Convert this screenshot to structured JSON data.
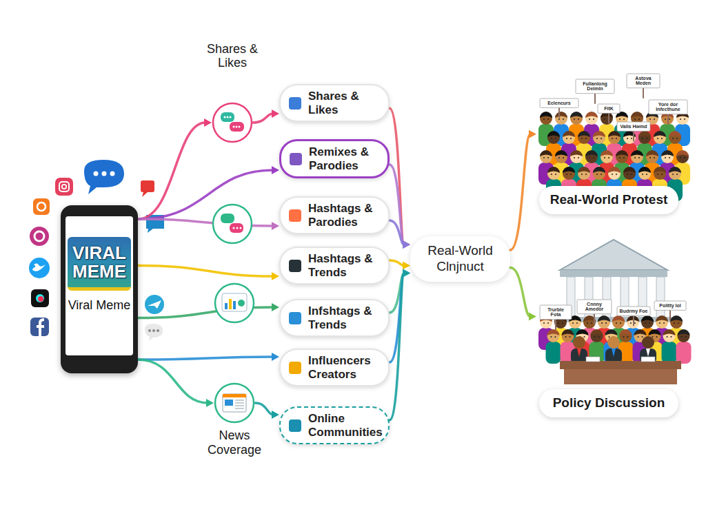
{
  "diagram": {
    "nodes": [
      {
        "text": [
          "VIRAL MEME",
          "Viral Meme"
        ]
      },
      {
        "text": [
          "Shares & Likes"
        ]
      },
      {
        "text": [
          "Shares & Likes"
        ]
      },
      {
        "text": [
          "Remixes & Parodies"
        ]
      },
      {
        "text": [
          "Hashtags & Parodies"
        ]
      },
      {
        "text": [
          "Hashtags & Trends"
        ]
      },
      {
        "text": [
          "Infshtags & Trends"
        ]
      },
      {
        "text": [
          "Influencers Creators"
        ]
      },
      {
        "text": [
          "News Coverage"
        ]
      },
      {
        "text": [
          "Online Communities"
        ]
      },
      {
        "text": [
          "Real-World Clnjnuct"
        ]
      },
      {
        "text": [
          "Real-World Protest"
        ]
      },
      {
        "text": [
          "Policy Discussion"
        ]
      }
    ],
    "edges": [
      {
        "from": 0,
        "to": 1,
        "arrow": "to"
      },
      {
        "from": 0,
        "to": 3,
        "arrow": "to"
      },
      {
        "from": 0,
        "to": 5,
        "arrow": "to"
      },
      {
        "from": 0,
        "to": 7,
        "arrow": "to"
      },
      {
        "from": 0,
        "to": 8,
        "arrow": "to"
      },
      {
        "from": 1,
        "to": 2,
        "arrow": "to"
      },
      {
        "from": 8,
        "to": 9,
        "arrow": "to"
      },
      {
        "from": 2,
        "to": 10,
        "arrow": "to"
      },
      {
        "from": 3,
        "to": 10,
        "arrow": "to"
      },
      {
        "from": 4,
        "to": 10,
        "arrow": "to"
      },
      {
        "from": 5,
        "to": 10,
        "arrow": "to"
      },
      {
        "from": 6,
        "to": 10,
        "arrow": "to"
      },
      {
        "from": 7,
        "to": 10,
        "arrow": "to"
      },
      {
        "from": 9,
        "to": 10,
        "arrow": "to"
      },
      {
        "from": 10,
        "to": 11,
        "arrow": "to"
      },
      {
        "from": 10,
        "to": 12,
        "arrow": "to"
      },
      {
        "from": 0,
        "to": 4,
        "arrow": "to"
      },
      {
        "from": 0,
        "to": 6,
        "arrow": "to"
      }
    ],
    "labels": [
      "Eclencurs",
      "Fullanlong Deimln",
      "Astova Meden",
      "FitK",
      "Yore dor Infecthune",
      "Valis Hwmd",
      "Trurble Fota",
      "Cnnny Amedor",
      "Budrmy Foe",
      "Politty Iol"
    ]
  }
}
